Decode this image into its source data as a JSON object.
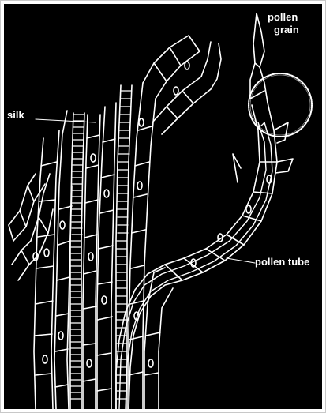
{
  "labels": {
    "pollen_line1": "pollen",
    "pollen_line2": "grain",
    "silk": "silk",
    "pollen_tube": "pollen tube"
  },
  "colors": {
    "background": "#000000",
    "lines": "#ffffff",
    "frame": "#c8c8c8"
  }
}
